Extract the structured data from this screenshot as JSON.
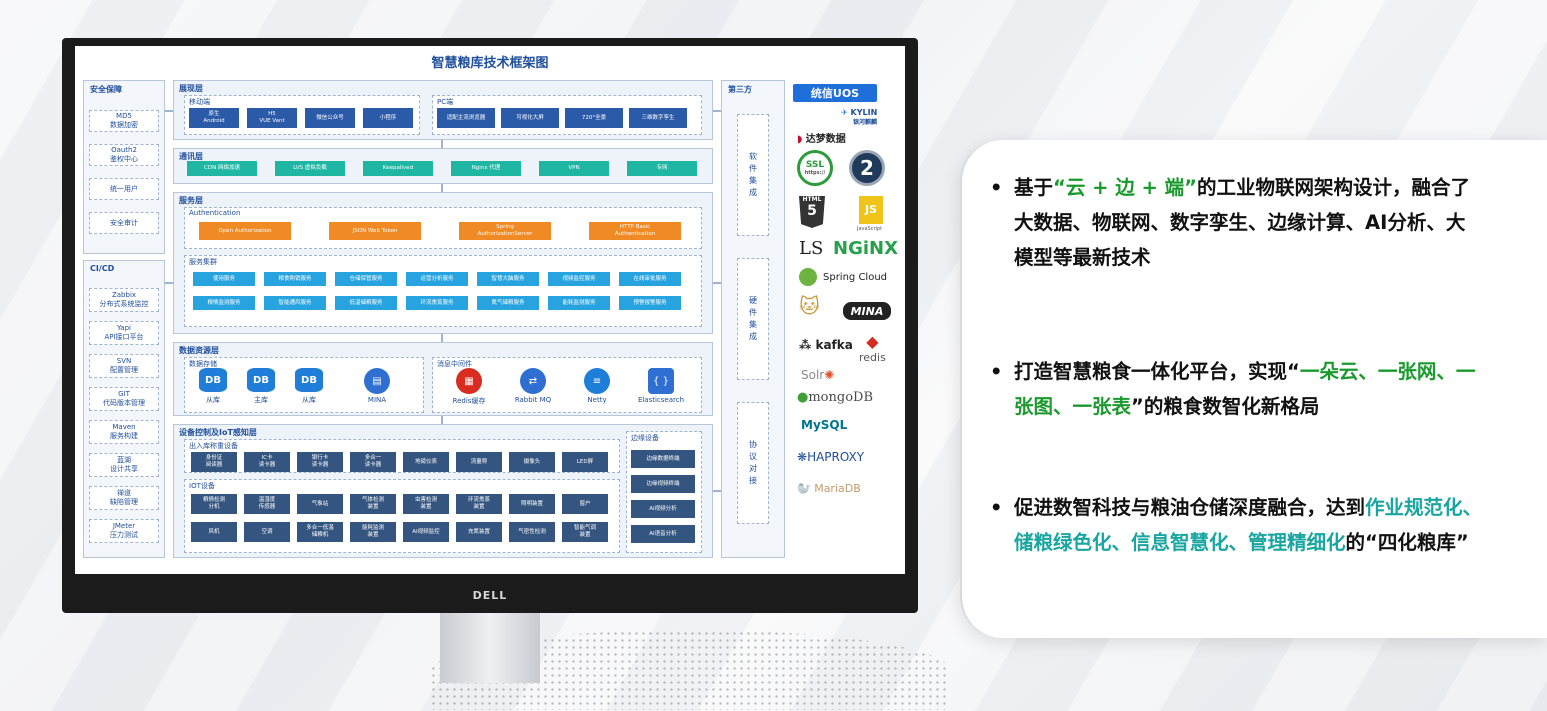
{
  "diagram": {
    "title": "智慧粮库技术框架图",
    "left_column": {
      "security_title": "安全保障",
      "security_items": [
        "MD5\n数据加密",
        "Oauth2\n鉴权中心",
        "统一用户",
        "安全审计"
      ],
      "cicd_title": "CI/CD",
      "cicd_items": [
        "Zabbix\n分布式系统监控",
        "Yapi\nAPI接口平台",
        "SVN\n配置管理",
        "GIT\n代码版本管理",
        "Maven\n服务构建",
        "蓝湖\n设计共享",
        "禅道\n缺陷管理",
        "JMeter\n压力测试"
      ]
    },
    "display_layer": {
      "title": "展现层",
      "mobile_title": "移动端",
      "mobile_items": [
        "原生\nAndroid",
        "H5\nVUE Vant",
        "微信公众号",
        "小程序"
      ],
      "pc_title": "PC端",
      "pc_items": [
        "适配主流浏览器",
        "可视化大屏",
        "720°全景",
        "三维数字孪生"
      ]
    },
    "comm_layer": {
      "title": "通讯层",
      "items": [
        "CDN 网络加速",
        "LVS 虚拟负载",
        "Keepalived",
        "Nginx 代理",
        "VPN",
        "专网"
      ]
    },
    "service_layer": {
      "title": "服务层",
      "auth_title": "Authentication",
      "auth_items": [
        "Open Authorization",
        "JSON Web Token",
        "Spring\nAuthorizationServer",
        "HTTP Basic\nAuthentication"
      ],
      "cluster_title": "服务集群",
      "cluster_row1": [
        "使用服务",
        "粮食购销服务",
        "仓储保管服务",
        "运营分析服务",
        "智慧大脑服务",
        "视频监控服务",
        "在线审批服务"
      ],
      "cluster_row2": [
        "粮情监测服务",
        "智能通风服务",
        "低温储粮服务",
        "环流熏蒸服务",
        "氮气储粮服务",
        "能耗监测服务",
        "预警报警服务"
      ]
    },
    "data_layer": {
      "title": "数据资源层",
      "storage_title": "数据存储",
      "storage_items": [
        {
          "icon": "DB",
          "label": "从库"
        },
        {
          "icon": "DB",
          "label": "主库"
        },
        {
          "icon": "DB",
          "label": "从库"
        },
        {
          "icon": "▤",
          "label": "MINA"
        }
      ],
      "mq_title": "消息中间件",
      "mq_items": [
        {
          "icon": "▦",
          "label": "Redis缓存"
        },
        {
          "icon": "⇄",
          "label": "Rabbit MQ"
        },
        {
          "icon": "≡",
          "label": "Netty"
        },
        {
          "icon": "{ }",
          "label": "Elasticsearch"
        }
      ]
    },
    "iot_layer": {
      "title": "设备控制及IoT感知层",
      "io_title": "出入库称重设备",
      "io_items": [
        "身份证\n阅读器",
        "IC卡\n读卡器",
        "银行卡\n读卡器",
        "多合一\n读卡器",
        "地磅仪表",
        "流量称",
        "摄像头",
        "LED屏"
      ],
      "iot_title": "IOT设备",
      "iot_row1": [
        "粮情检测\n分机",
        "温湿度\n传感器",
        "气象站",
        "气体检测\n装置",
        "虫害检测\n装置",
        "环流熏蒸\n装置",
        "照明装置",
        "窗户"
      ],
      "iot_row2": [
        "风机",
        "空调",
        "多合一低温\n储粮机",
        "能耗监测\n装置",
        "AI视频监控",
        "充氮装置",
        "气密性检测",
        "智能气调\n装置"
      ],
      "edge_title": "边缘设备",
      "edge_items": [
        "边缘数据终端",
        "边缘视频终端",
        "AI视频分析",
        "AI语音分析"
      ]
    },
    "third_party": {
      "title": "第三方",
      "items": [
        "软\n件\n集\n成",
        "硬\n件\n集\n成",
        "协\n议\n对\n接"
      ]
    },
    "monitor_brand": "DELL"
  },
  "logos": {
    "uos": "统信UOS",
    "kylin_top": "KYLIN",
    "kylin_sub": "银河麒麟",
    "dameng": "达梦数据",
    "ssl": "SSL",
    "ssl_sub": "https://",
    "two": "2",
    "html5": "HTML",
    "html5_num": "5",
    "js": "JS",
    "js_sub": "JavaScript",
    "ls": "LS",
    "nginx": "NGiNX",
    "spring_cloud": "Spring Cloud",
    "mina": "MINA",
    "kafka": "kafka",
    "redis": "redis",
    "solr": "Solr",
    "mongodb": "mongoDB",
    "mysql": "MySQL",
    "haproxy": "HAPROXY",
    "mariadb": "MariaDB"
  },
  "bullets": {
    "b1_pre": "基于",
    "b1_hl": "“云 + 边 + 端”",
    "b1_post": "的工业物联网架构设计，融合了大数据、物联网、数字孪生、边缘计算、AI分析、大模型等最新技术",
    "b2_pre": "打造智慧粮食一体化平台，实现“",
    "b2_hl": "一朵云、一张网、一张图、一张表",
    "b2_post": "”的粮食数智化新格局",
    "b3_pre": "促进数智科技与粮油仓储深度融合，达到",
    "b3_hl": "作业规范化、储粮绿色化、信息智慧化、管理精细化",
    "b3_post": "的“四化粮库”",
    "dot": "•"
  },
  "colors": {
    "accent_green": "#1a9a2e",
    "accent_teal": "#1aa6a0",
    "diagram_blue": "#2f6fd1",
    "auth_orange": "#f08a24"
  }
}
